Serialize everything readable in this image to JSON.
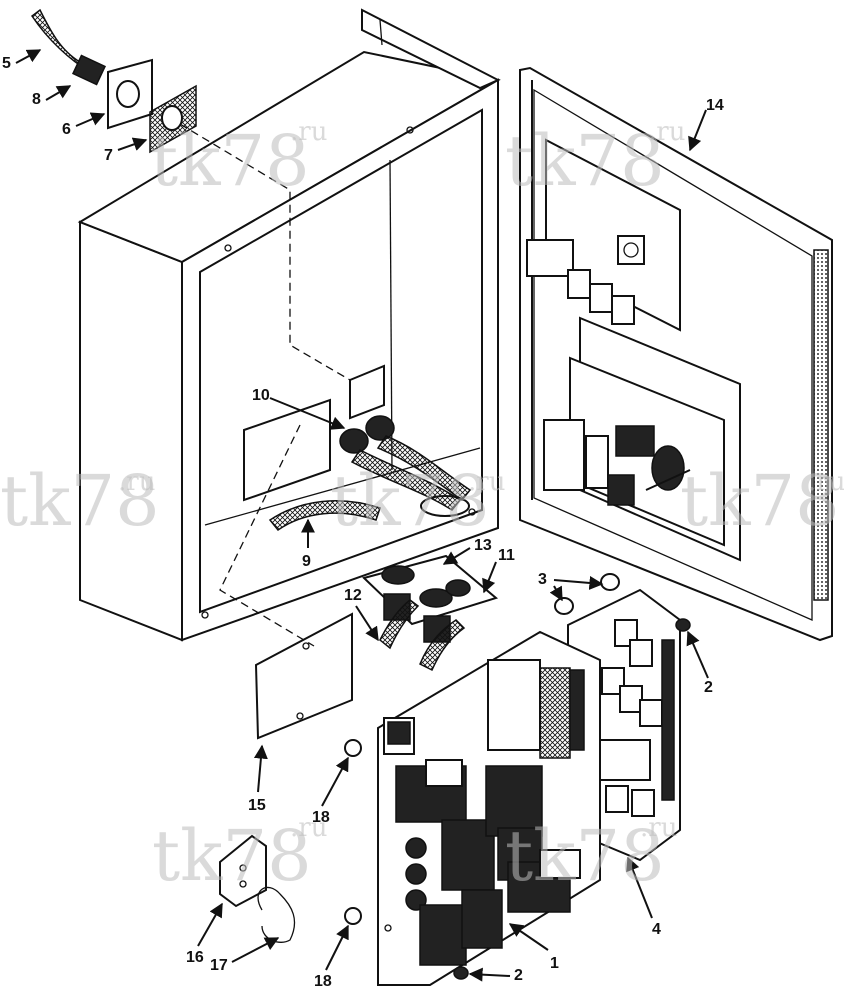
{
  "callouts": [
    {
      "id": "5",
      "label": "5"
    },
    {
      "id": "8",
      "label": "8"
    },
    {
      "id": "6",
      "label": "6"
    },
    {
      "id": "7",
      "label": "7"
    },
    {
      "id": "14",
      "label": "14"
    },
    {
      "id": "10",
      "label": "10"
    },
    {
      "id": "9",
      "label": "9"
    },
    {
      "id": "13",
      "label": "13"
    },
    {
      "id": "11",
      "label": "11"
    },
    {
      "id": "12",
      "label": "12"
    },
    {
      "id": "3",
      "label": "3"
    },
    {
      "id": "2a",
      "label": "2"
    },
    {
      "id": "15",
      "label": "15"
    },
    {
      "id": "18a",
      "label": "18"
    },
    {
      "id": "4",
      "label": "4"
    },
    {
      "id": "16",
      "label": "16"
    },
    {
      "id": "17",
      "label": "17"
    },
    {
      "id": "18b",
      "label": "18"
    },
    {
      "id": "2b",
      "label": "2"
    },
    {
      "id": "1",
      "label": "1"
    }
  ],
  "watermark": {
    "main": "tk78",
    "sup": ".ru"
  }
}
